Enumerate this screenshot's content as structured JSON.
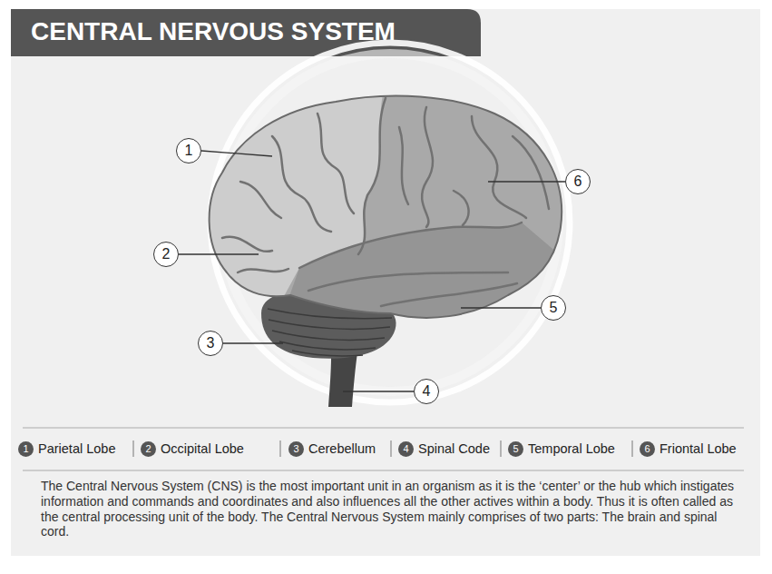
{
  "diagram": {
    "title": "CENTRAL NERVOUS SYSTEM",
    "caption": "The Central Nervous System (CNS) is the most important unit in an organism as it is the ‘center’ or the hub which instigates information and commands and coordinates and also influences all the other actives within a body. Thus it is often called as the central processing unit of the body. The Central Nervous System mainly comprises of two parts: The brain and spinal cord.",
    "nodes": [
      {
        "text": [
          "1"
        ]
      },
      {
        "text": [
          "6"
        ]
      },
      {
        "text": [
          "2"
        ]
      },
      {
        "text": [
          "5"
        ]
      },
      {
        "text": [
          "3"
        ]
      },
      {
        "text": [
          "4"
        ]
      },
      {
        "text": [
          "1",
          "Parietal Lobe"
        ]
      },
      {
        "text": [
          "2",
          "Occipital Lobe"
        ]
      },
      {
        "text": [
          "3",
          "Cerebellum"
        ]
      },
      {
        "text": [
          "4",
          "Spinal Code"
        ]
      },
      {
        "text": [
          "5",
          "Temporal Lobe"
        ]
      },
      {
        "text": [
          "6",
          "Friontal Lobe"
        ]
      }
    ]
  }
}
